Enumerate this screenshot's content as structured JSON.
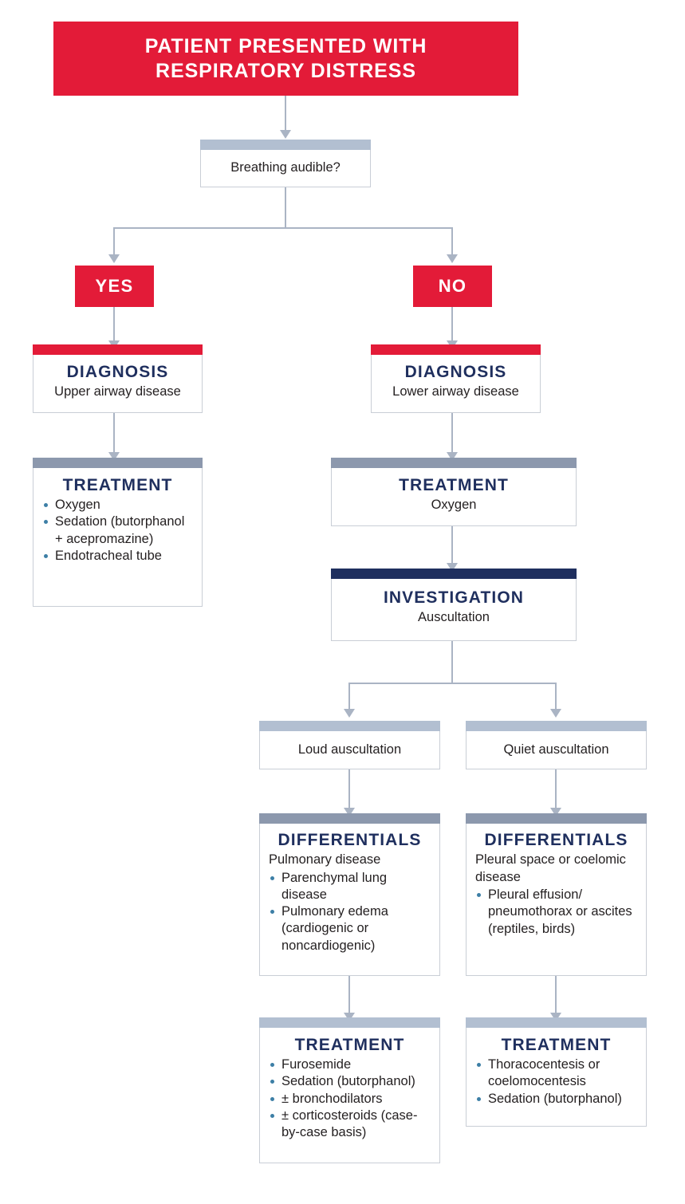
{
  "chart_data": {
    "type": "diagram",
    "title": "PATIENT PRESENTED WITH RESPIRATORY DISTRESS",
    "subtype": "clinical decision flowchart",
    "colors": {
      "red": "#e31b38",
      "navy": "#1f2f5e",
      "light_slate": "#b2bfd1",
      "slate": "#8c98ad",
      "connector": "#aab4c4",
      "bullet": "#3d7fa6",
      "body_text": "#231f20"
    },
    "nodes": [
      {
        "id": "root",
        "label": "PATIENT PRESENTED WITH RESPIRATORY DISTRESS",
        "style": "red-banner"
      },
      {
        "id": "q1",
        "label": "Breathing audible?",
        "style": "light-cap"
      },
      {
        "id": "yes",
        "label": "YES",
        "style": "red-chip"
      },
      {
        "id": "no",
        "label": "NO",
        "style": "red-chip"
      },
      {
        "id": "dx-upper",
        "title": "DIAGNOSIS",
        "sub": "Upper airway disease",
        "style": "red-cap"
      },
      {
        "id": "dx-lower",
        "title": "DIAGNOSIS",
        "sub": "Lower airway disease",
        "style": "red-cap"
      },
      {
        "id": "tx-upper",
        "title": "TREATMENT",
        "style": "slate-cap"
      },
      {
        "id": "tx-lower",
        "title": "TREATMENT",
        "sub": "Oxygen",
        "style": "slate-cap"
      },
      {
        "id": "inv",
        "title": "INVESTIGATION",
        "sub": "Auscultation",
        "style": "navy-cap"
      },
      {
        "id": "loud",
        "label": "Loud auscultation",
        "style": "light-cap"
      },
      {
        "id": "quiet",
        "label": "Quiet auscultation",
        "style": "light-cap"
      },
      {
        "id": "ddx-loud",
        "title": "DIFFERENTIALS",
        "style": "slate-cap"
      },
      {
        "id": "ddx-quiet",
        "title": "DIFFERENTIALS",
        "style": "slate-cap"
      },
      {
        "id": "tx-loud",
        "title": "TREATMENT",
        "style": "slate-cap"
      },
      {
        "id": "tx-quiet",
        "title": "TREATMENT",
        "style": "slate-cap"
      }
    ],
    "edges": [
      {
        "from": "root",
        "to": "q1"
      },
      {
        "from": "q1",
        "to": "yes"
      },
      {
        "from": "q1",
        "to": "no"
      },
      {
        "from": "yes",
        "to": "dx-upper"
      },
      {
        "from": "no",
        "to": "dx-lower"
      },
      {
        "from": "dx-upper",
        "to": "tx-upper"
      },
      {
        "from": "dx-lower",
        "to": "tx-lower"
      },
      {
        "from": "tx-lower",
        "to": "inv"
      },
      {
        "from": "inv",
        "to": "loud"
      },
      {
        "from": "inv",
        "to": "quiet"
      },
      {
        "from": "loud",
        "to": "ddx-loud"
      },
      {
        "from": "quiet",
        "to": "ddx-quiet"
      },
      {
        "from": "ddx-loud",
        "to": "tx-loud"
      },
      {
        "from": "ddx-quiet",
        "to": "tx-quiet"
      }
    ]
  },
  "root": {
    "line1": "PATIENT PRESENTED WITH",
    "line2": "RESPIRATORY DISTRESS"
  },
  "question": {
    "label": "Breathing audible?"
  },
  "branch": {
    "yes_label": "YES",
    "no_label": "NO"
  },
  "dx_upper": {
    "title": "DIAGNOSIS",
    "sub": "Upper airway disease"
  },
  "dx_lower": {
    "title": "DIAGNOSIS",
    "sub": "Lower airway disease"
  },
  "tx_upper": {
    "title": "TREATMENT",
    "items": [
      "Oxygen",
      "Sedation (butorphanol + acepromazine)",
      "Endotracheal tube"
    ]
  },
  "tx_lower": {
    "title": "TREATMENT",
    "sub": "Oxygen"
  },
  "investigation": {
    "title": "INVESTIGATION",
    "sub": "Auscultation"
  },
  "loud": {
    "label": "Loud auscultation"
  },
  "quiet": {
    "label": "Quiet auscultation"
  },
  "ddx_loud": {
    "title": "DIFFERENTIALS",
    "lead": "Pulmonary disease",
    "items": [
      "Parenchymal lung disease",
      "Pulmonary edema (cardiogenic or noncardiogenic)"
    ]
  },
  "ddx_quiet": {
    "title": "DIFFERENTIALS",
    "lead": "Pleural space or coelomic disease",
    "items": [
      "Pleural effusion/ pneumothorax or ascites (reptiles, birds)"
    ]
  },
  "tx_loud": {
    "title": "TREATMENT",
    "items": [
      "Furosemide",
      "Sedation (butorphanol)",
      "± bronchodilators",
      "± corticosteroids (case-by-case basis)"
    ]
  },
  "tx_quiet": {
    "title": "TREATMENT",
    "items": [
      "Thoracocentesis or coelomocentesis",
      "Sedation (butorphanol)"
    ]
  }
}
